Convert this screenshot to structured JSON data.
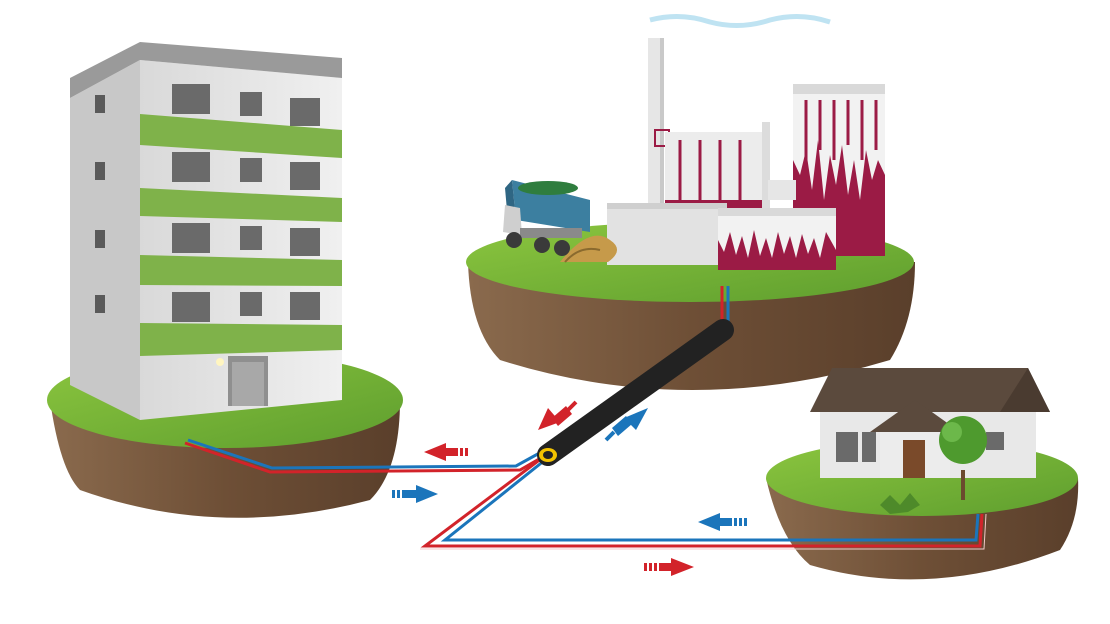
{
  "diagram": {
    "kind": "district heating network",
    "nodes": [
      {
        "id": "apartment-building",
        "icon": "apartment-building-icon"
      },
      {
        "id": "biomass-plant",
        "icon": "factory-icon"
      },
      {
        "id": "dump-truck",
        "icon": "truck-icon"
      },
      {
        "id": "house",
        "icon": "house-icon"
      }
    ],
    "flows": [
      {
        "id": "supply",
        "color": "#d2232a",
        "direction": "plant-to-consumers"
      },
      {
        "id": "return",
        "color": "#1b75bb",
        "direction": "consumers-to-plant"
      }
    ]
  },
  "colors": {
    "supply": "#d2232a",
    "return": "#1b75bb",
    "grass": "#7ab648",
    "soil": "#7a5a3e",
    "building_green": "#7fb24a",
    "plant_maroon": "#9b1b45",
    "pipe_black": "#222222"
  }
}
